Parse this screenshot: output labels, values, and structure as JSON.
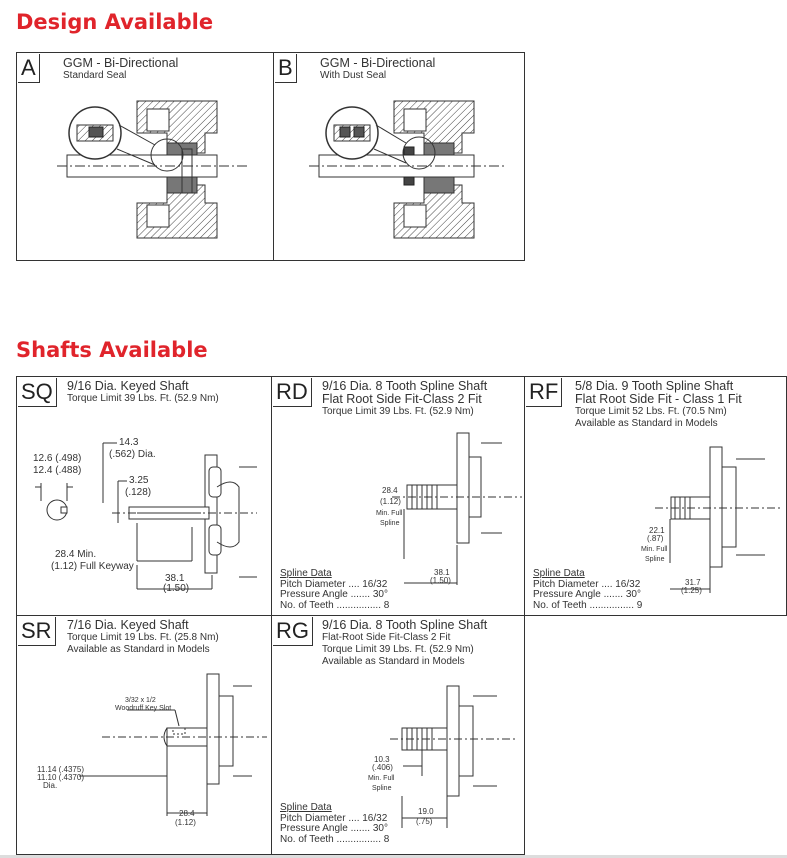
{
  "design": {
    "title": "Design Available",
    "a": {
      "code": "A",
      "line1": "GGM - Bi-Directional",
      "line2": "Standard Seal"
    },
    "b": {
      "code": "B",
      "line1": "GGM - Bi-Directional",
      "line2": "With Dust Seal"
    }
  },
  "shafts": {
    "title": "Shafts Available",
    "sq": {
      "code": "SQ",
      "line1": "9/16 Dia. Keyed Shaft",
      "line2": "Torque Limit 39 Lbs. Ft. (52.9 Nm)",
      "dims": {
        "d1a": "14.3",
        "d1b": "(.562)  Dia.",
        "d2a": "12.6 (.498)",
        "d2b": "12.4 (.488)",
        "d3a": "3.25",
        "d3b": "(.128)",
        "d4a": "28.4 Min.",
        "d4b": "(1.12) Full Keyway",
        "d5a": "38.1",
        "d5b": "(1.50)"
      }
    },
    "rd": {
      "code": "RD",
      "line1": "9/16 Dia. 8 Tooth Spline Shaft",
      "line2": "Flat Root Side Fit-Class 2 Fit",
      "line3": "Torque Limit 39 Lbs. Ft. (52.9 Nm)",
      "dims": {
        "a1": "28.4",
        "a2": "(1.12)",
        "a3": "Min. Full",
        "a4": "Spline",
        "b1": "38.1",
        "b2": "(1.50)"
      },
      "spline": {
        "title": "Spline Data",
        "l1": "Pitch Diameter .... 16/32",
        "l2": "Pressure Angle ....... 30°",
        "l3": "No. of Teeth ................ 8"
      }
    },
    "rf": {
      "code": "RF",
      "line1": "5/8 Dia. 9 Tooth Spline Shaft",
      "line2": "Flat Root Side Fit - Class 1 Fit",
      "line3": "Torque Limit 52 Lbs. Ft. (70.5 Nm)",
      "line4": "Available as Standard in Models",
      "dims": {
        "a1": "22.1",
        "a2": "(.87)",
        "a3": "Min. Full",
        "a4": "Spline",
        "b1": "31.7",
        "b2": "(1.25)"
      },
      "spline": {
        "title": "Spline Data",
        "l1": "Pitch Diameter .... 16/32",
        "l2": "Pressure Angle ....... 30°",
        "l3": "No. of Teeth ................ 9"
      }
    },
    "sr": {
      "code": "SR",
      "line1": "7/16 Dia. Keyed Shaft",
      "line2": "Torque Limit 19 Lbs. Ft. (25.8 Nm)",
      "line3": "Available as Standard in Models",
      "dims": {
        "k1": "3/32 x 1/2",
        "k2": "Woodruff Key Slot",
        "d1": "11.14 (.4375)",
        "d2": "11.10 (.4370)",
        "d3": "Dia.",
        "l1": "28.4",
        "l2": "(1.12)"
      }
    },
    "rg": {
      "code": "RG",
      "line1": "9/16 Dia. 8 Tooth Spline Shaft",
      "line2": "Flat-Root Side Fit-Class 2 Fit",
      "line3": "Torque Limit 39 Lbs. Ft. (52.9 Nm)",
      "line4": "Available as Standard in Models",
      "dims": {
        "a1": "10.3",
        "a2": "(.406)",
        "a3": "Min. Full",
        "a4": "Spline",
        "b1": "19.0",
        "b2": "(.75)"
      },
      "spline": {
        "title": "Spline Data",
        "l1": "Pitch Diameter .... 16/32",
        "l2": "Pressure Angle ....... 30°",
        "l3": "No. of Teeth ................ 8"
      }
    }
  }
}
